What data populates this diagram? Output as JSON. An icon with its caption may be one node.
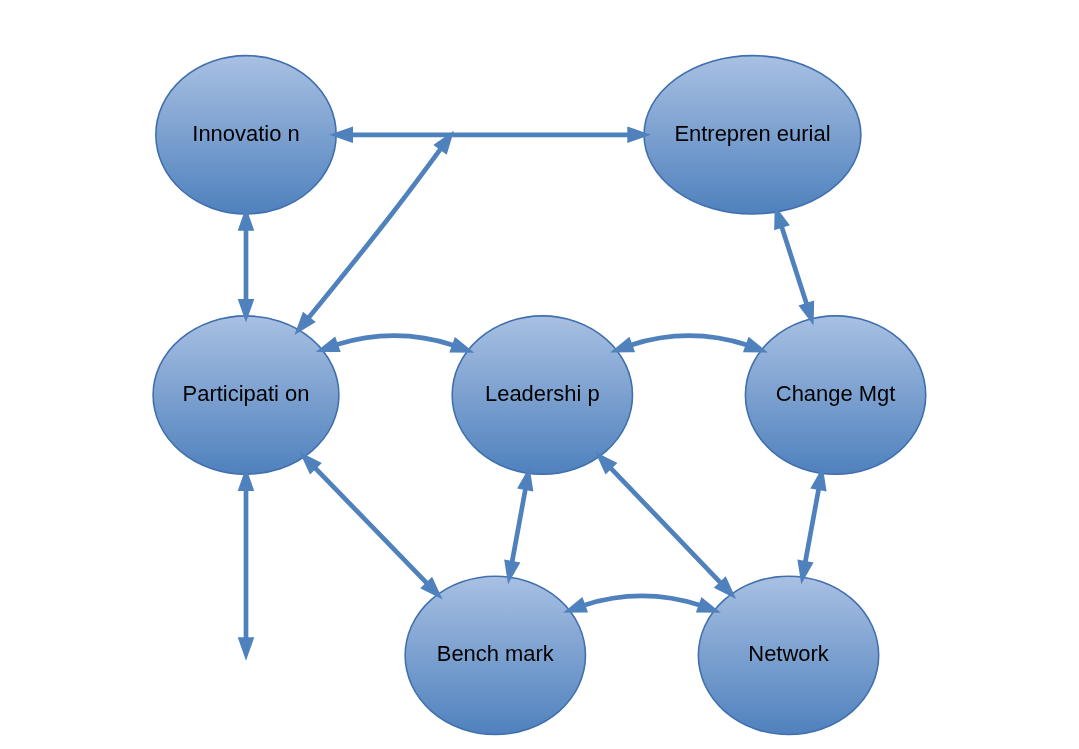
{
  "diagram": {
    "nodes": [
      {
        "text": [
          "Innovatio n"
        ]
      },
      {
        "text": [
          "Entrepren eurial"
        ]
      },
      {
        "text": [
          "Participati on"
        ]
      },
      {
        "text": [
          "Leadershi p"
        ]
      },
      {
        "text": [
          "Change Mgt"
        ]
      },
      {
        "text": [
          "Bench mark"
        ]
      },
      {
        "text": [
          "Network"
        ]
      }
    ],
    "edges": [
      {
        "from": 0,
        "to": 1,
        "arrow": "both"
      },
      {
        "from": 0,
        "to": 2,
        "arrow": "both"
      },
      {
        "from": null,
        "to": 2,
        "arrow": "both"
      },
      {
        "from": 2,
        "to": null,
        "arrow": "both"
      },
      {
        "from": 2,
        "to": 3,
        "arrow": "both"
      },
      {
        "from": 3,
        "to": 4,
        "arrow": "both"
      },
      {
        "from": 1,
        "to": 4,
        "arrow": "both"
      },
      {
        "from": 2,
        "to": 5,
        "arrow": "both"
      },
      {
        "from": 5,
        "to": 3,
        "arrow": "both"
      },
      {
        "from": 3,
        "to": 6,
        "arrow": "both"
      },
      {
        "from": 4,
        "to": 6,
        "arrow": "both"
      },
      {
        "from": 5,
        "to": 6,
        "arrow": "both"
      }
    ]
  }
}
